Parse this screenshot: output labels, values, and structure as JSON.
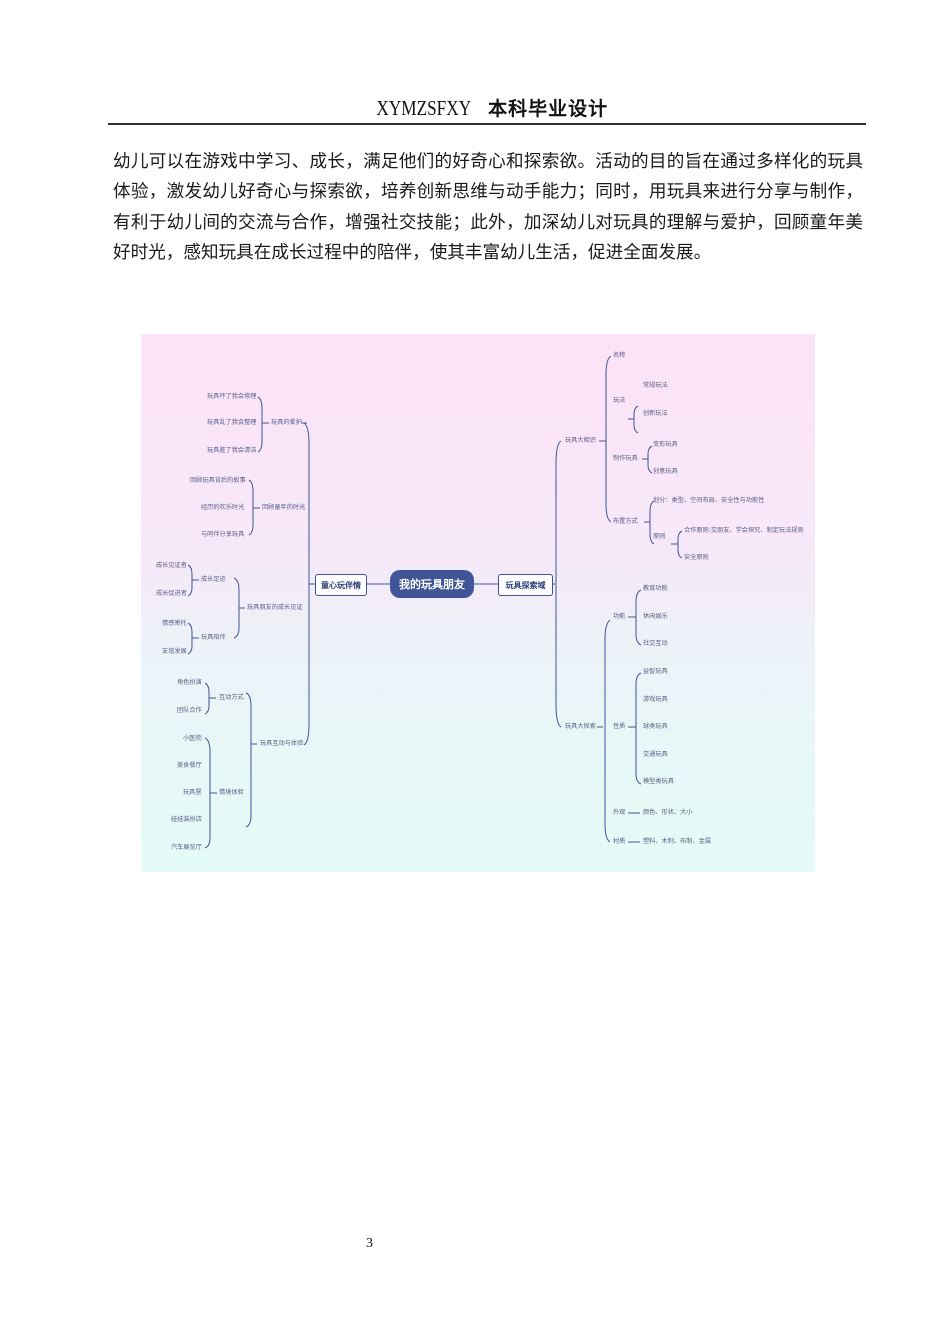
{
  "header": {
    "latin": "XYMZSFXY",
    "cjk": "本科毕业设计"
  },
  "body": {
    "paragraph": "幼儿可以在游戏中学习、成长，满足他们的好奇心和探索欲。活动的目的旨在通过多样化的玩具体验，激发幼儿好奇心与探索欲，培养创新思维与动手能力；同时，用玩具来进行分享与制作，有利于幼儿间的交流与合作，增强社交技能；此外，加深幼儿对玩具的理解与爱护，回顾童年美好时光，感知玩具在成长过程中的陪伴，使其丰富幼儿生活，促进全面发展。"
  },
  "mindmap": {
    "root": "我的玩具朋友",
    "left": {
      "title": "童心玩伴情",
      "branches": [
        {
          "label": "玩具的爱护",
          "children": [
            "玩具坏了我会修理",
            "玩具乱了我会整理",
            "玩具脏了我会清洁"
          ]
        },
        {
          "label": "回顾童年的时光",
          "children": [
            "回顾玩具背后的故事",
            "经历的欢乐时光",
            "与同伴分享玩具"
          ]
        },
        {
          "label": "玩具朋友的成长见证",
          "children": [
            {
              "label": "成长足迹",
              "children": [
                "成长见证者",
                "成长促进者"
              ]
            },
            {
              "label": "玩具陪伴",
              "children": [
                "情感寄托",
                "友谊发展"
              ]
            }
          ]
        },
        {
          "label": "玩具互动与体验",
          "children": [
            {
              "label": "互动方式",
              "children": [
                "角色扮演",
                "团队合作"
              ]
            },
            {
              "label": "情境体验",
              "children": [
                "小医院",
                "美食餐厅",
                "玩具屋",
                "娃娃装扮店",
                "汽车展览厅"
              ]
            }
          ]
        }
      ]
    },
    "right": {
      "title": "玩具探索域",
      "branches": [
        {
          "label": "玩具大相识",
          "children": [
            {
              "label": "名称",
              "children": []
            },
            {
              "label": "玩法",
              "children": [
                "常规玩法",
                "创新玩法"
              ]
            },
            {
              "label": "制作玩具",
              "children": [
                "变形玩具",
                "创意玩具"
              ]
            },
            {
              "label": "布置方式",
              "children": [
                {
                  "label": "划分：类型、空间布局、安全性与功能性",
                  "children": []
                },
                {
                  "label": "原则",
                  "children": [
                    "合作原则:交朋友、学会探究、制定玩法规则",
                    "安全原则"
                  ]
                }
              ]
            }
          ]
        },
        {
          "label": "玩具大探索",
          "children": [
            {
              "label": "功能",
              "children": [
                "教育功能",
                "休闲娱乐",
                "社交互动"
              ]
            },
            {
              "label": "性质",
              "children": [
                "益智玩具",
                "游戏玩具",
                "球类玩具",
                "交通玩具",
                "模型类玩具"
              ]
            },
            {
              "label": "外观",
              "children": [
                "颜色、形状、大小"
              ]
            },
            {
              "label": "材质",
              "children": [
                "塑料、木制、布制、金属"
              ]
            }
          ]
        }
      ]
    },
    "colors": {
      "root_fill": "#3f5596",
      "line": "#3f5596",
      "text": "#5a5f86",
      "bg_top": "#fde3f8",
      "bg_bottom": "#e3fcf7"
    }
  },
  "footer": {
    "page_number": "3"
  }
}
